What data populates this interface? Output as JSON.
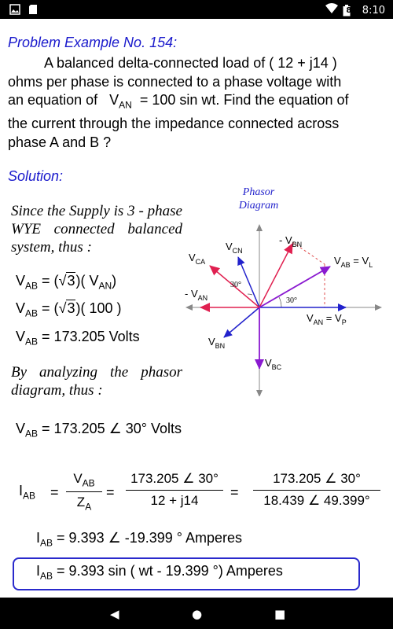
{
  "status_bar": {
    "time": "8:10",
    "battery": "8",
    "icons": [
      "gallery-icon",
      "sd-card-icon",
      "wifi-icon",
      "battery-icon"
    ]
  },
  "problem": {
    "title": "Problem Example No. 154:",
    "lines": [
      "A balanced delta-connected load of ( 12 + j14 )",
      "ohms per phase is connected to a phase voltage with",
      "an equation of  V_AN  = 100 sin wt. Find the equation of",
      "the current through the impedance connected across",
      "phase A and B ?"
    ],
    "line3_pre": "an equation of",
    "line3_var": "V",
    "line3_sub": "AN",
    "line3_post": "= 100 sin wt. Find the equation of"
  },
  "solution": {
    "label": "Solution:",
    "intro": "Since the Supply is 3 - phase WYE connected balanced system, thus :",
    "eq1": {
      "lhs": "V",
      "lhs_sub": "AB",
      "rhs_a": "= (",
      "root": "3",
      "rhs_b": ")( V",
      "rhs_sub": "AN",
      "rhs_c": ")"
    },
    "eq2": {
      "lhs": "V",
      "lhs_sub": "AB",
      "rhs_a": "= (",
      "root": "3",
      "rhs_b": ")( 100 )"
    },
    "eq3": {
      "lhs": "V",
      "lhs_sub": "AB",
      "rhs": "=  173.205  Volts"
    },
    "analyze": "By analyzing the phasor diagram, thus :",
    "eq4": {
      "lhs": "V",
      "lhs_sub": "AB",
      "rhs": "=  173.205  ∠ 30°    Volts"
    },
    "frac_eq": {
      "lhs": "I",
      "lhs_sub": "AB",
      "f1_num": "V",
      "f1_num_sub": "AB",
      "f1_den": "Z",
      "f1_den_sub": "A",
      "f2_num": "173.205  ∠ 30°",
      "f2_den": "12 + j14",
      "f3_num": "173.205  ∠ 30°",
      "f3_den": "18.439  ∠ 49.399°"
    },
    "eq5": {
      "lhs": "I",
      "lhs_sub": "AB",
      "rhs": "=    9.393  ∠ -19.399  °  Amperes"
    },
    "eq6": {
      "lhs": "I",
      "lhs_sub": "AB",
      "rhs": "=    9.393 sin ( wt  - 19.399  °)  Amperes"
    }
  },
  "phasor": {
    "title": "Phasor\nDiagram",
    "title_line1": "Phasor",
    "title_line2": "Diagram",
    "labels": {
      "vca": "V",
      "vca_sub": "CA",
      "vcn": "V",
      "vcn_sub": "CN",
      "nvbn": "- V",
      "nvbn_sub": "BN",
      "vab": "V",
      "vab_sub": "AB",
      "vab_post": " = V",
      "vab_sub2": "L",
      "nvan": "- V",
      "nvan_sub": "AN",
      "van": "V",
      "van_sub": "AN",
      "van_post": " = V",
      "van_sub2": "P",
      "vbn": "V",
      "vbn_sub": "BN",
      "vbc": "V",
      "vbc_sub": "BC",
      "angle1": "30°",
      "angle2": "30°"
    },
    "colors": {
      "axis": "#888888",
      "blue": "#2222cc",
      "red": "#e02050",
      "purple": "#8a1ad0",
      "dashed": "#e05050"
    }
  },
  "nav": {
    "back": "◀",
    "home": "●",
    "recents": "■"
  }
}
